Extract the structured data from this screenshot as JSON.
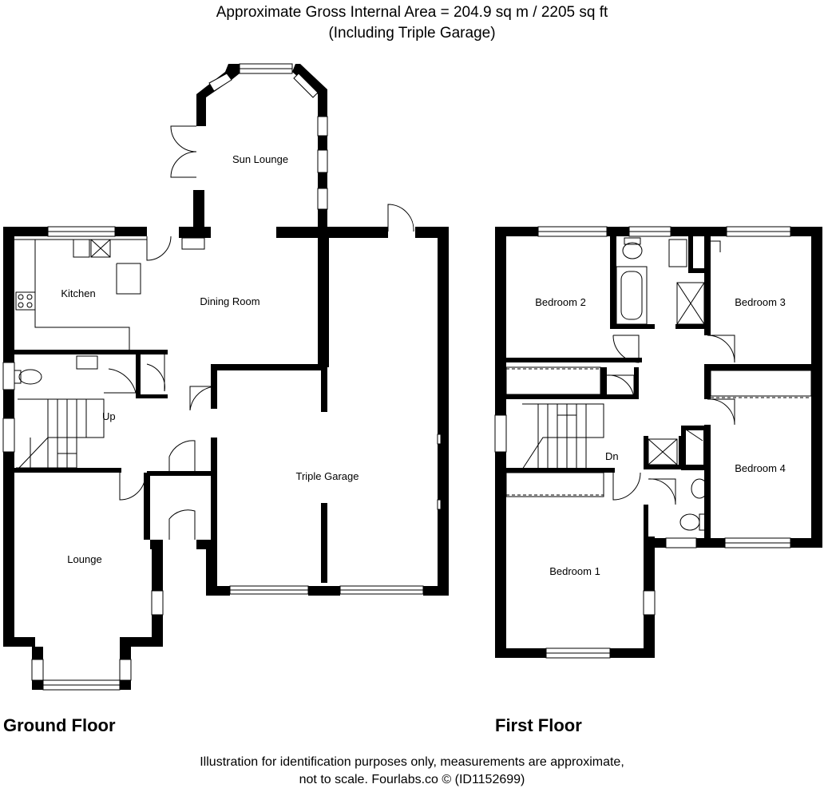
{
  "header": {
    "line1": "Approximate Gross Internal Area = 204.9 sq m / 2205 sq ft",
    "line2": "(Including Triple Garage)"
  },
  "ground_floor": {
    "title": "Ground Floor",
    "rooms": {
      "sun_lounge": "Sun Lounge",
      "kitchen": "Kitchen",
      "dining_room": "Dining Room",
      "triple_garage": "Triple Garage",
      "lounge": "Lounge"
    },
    "stairs_label": "Up"
  },
  "first_floor": {
    "title": "First Floor",
    "rooms": {
      "bedroom2": "Bedroom 2",
      "bedroom3": "Bedroom 3",
      "bedroom4": "Bedroom 4",
      "bedroom1": "Bedroom 1"
    },
    "stairs_label": "Dn"
  },
  "footer": {
    "line1": "Illustration for identification purposes only, measurements are approximate,",
    "line2": "not to scale. Fourlabs.co © (ID1152699)"
  }
}
